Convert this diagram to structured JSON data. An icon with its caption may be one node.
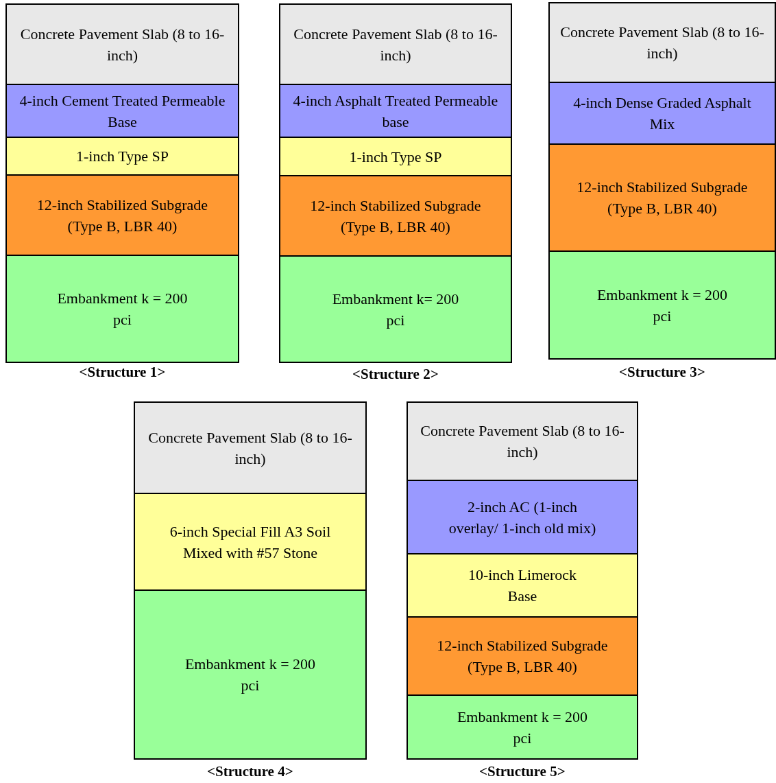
{
  "diagram": {
    "nodes": [
      {
        "text": [
          "Concrete Pavement Slab (8 to 16-inch)"
        ]
      },
      {
        "text": [
          "4-inch Cement Treated Permeable Base"
        ]
      },
      {
        "text": [
          "1-inch Type SP"
        ]
      },
      {
        "text": [
          "12-inch Stabilized Subgrade (Type B, LBR 40)"
        ]
      },
      {
        "text": [
          "Embankment k = 200 pci"
        ]
      },
      {
        "text": [
          "Concrete Pavement Slab (8 to 16-inch)"
        ]
      },
      {
        "text": [
          "4-inch Asphalt Treated Permeable base"
        ]
      },
      {
        "text": [
          "1-inch Type SP"
        ]
      },
      {
        "text": [
          "12-inch Stabilized Subgrade (Type B, LBR 40)"
        ]
      },
      {
        "text": [
          "Embankment k= 200 pci"
        ]
      },
      {
        "text": [
          "Concrete Pavement Slab (8 to 16-inch)"
        ]
      },
      {
        "text": [
          "4-inch Dense Graded Asphalt Mix"
        ]
      },
      {
        "text": [
          "12-inch Stabilized Subgrade (Type B, LBR 40)"
        ]
      },
      {
        "text": [
          "Embankment k = 200 pci"
        ]
      },
      {
        "text": [
          "Concrete Pavement Slab (8 to 16-inch)"
        ]
      },
      {
        "text": [
          "6-inch Special Fill A3 Soil Mixed with #57 Stone"
        ]
      },
      {
        "text": [
          "Embankment k = 200 pci"
        ]
      },
      {
        "text": [
          "Concrete Pavement Slab (8 to 16-inch)"
        ]
      },
      {
        "text": [
          "2-inch AC (1-inch overlay/ 1-inch old mix)"
        ]
      },
      {
        "text": [
          "10-inch Limerock Base"
        ]
      },
      {
        "text": [
          "12-inch Stabilized Subgrade (Type B, LBR 40)"
        ]
      },
      {
        "text": [
          "Embankment k = 200 pci"
        ]
      }
    ],
    "labels": [
      "<Structure 1>",
      "<Structure 2>",
      "<Structure 3>",
      "<Structure 4>",
      "<Structure 5>"
    ]
  }
}
